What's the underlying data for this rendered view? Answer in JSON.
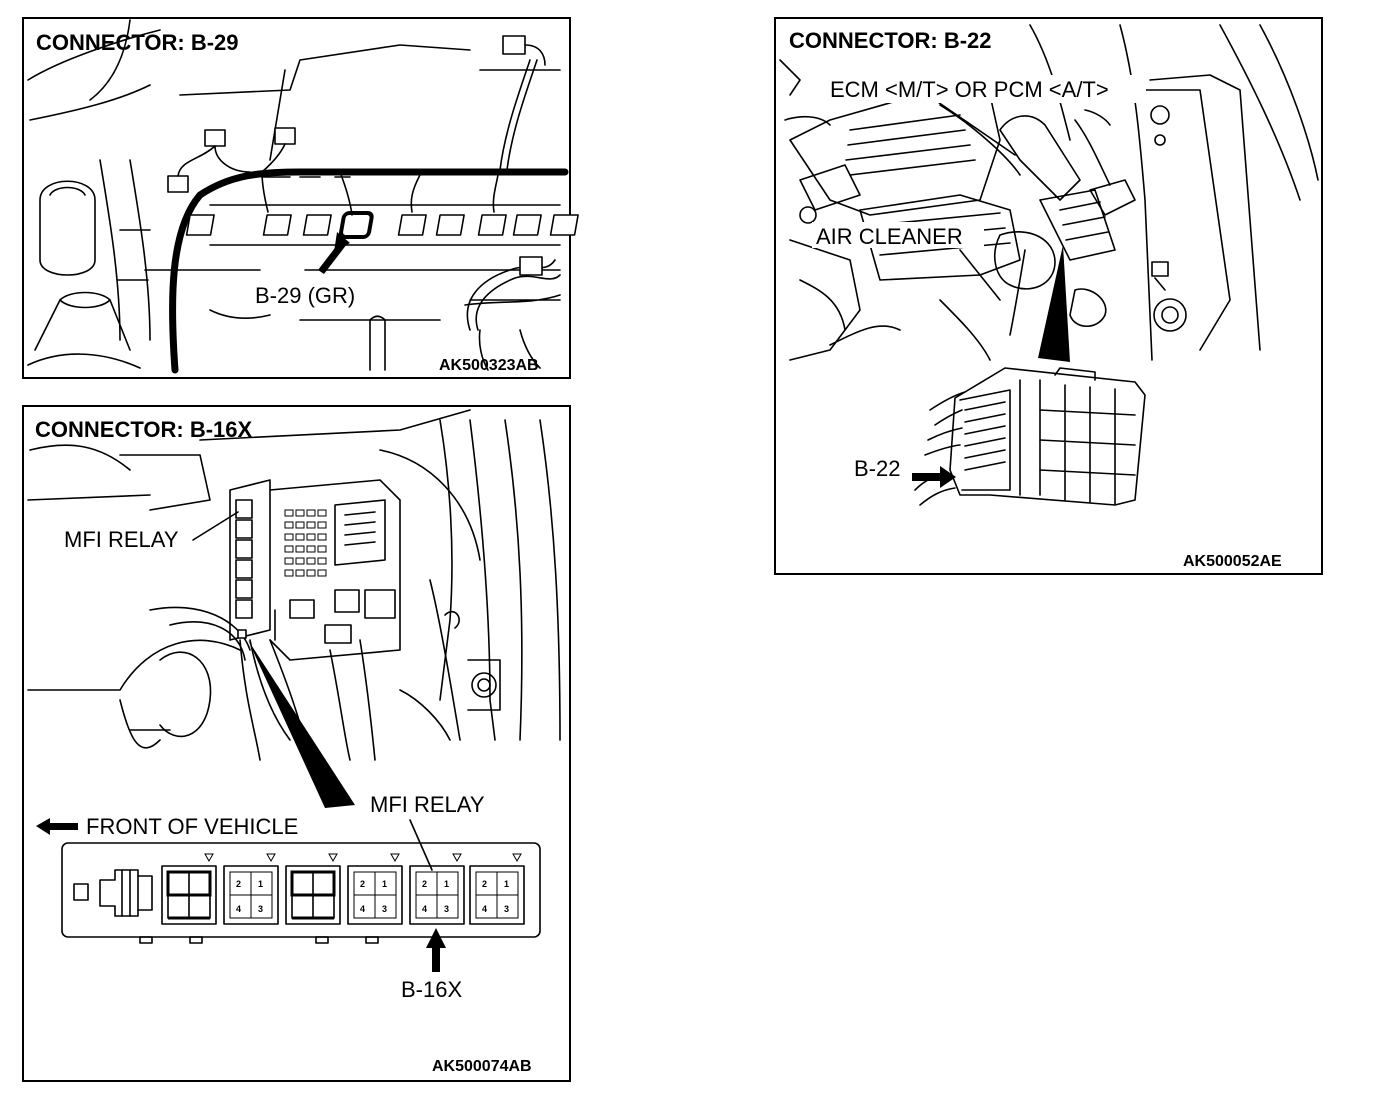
{
  "panels": {
    "b29": {
      "title": "CONNECTOR: B-29",
      "callout": "B-29 (GR)",
      "code": "AK500323AB"
    },
    "b16x": {
      "title": "CONNECTOR: B-16X",
      "relay_label_top": "MFI RELAY",
      "relay_label_bottom": "MFI RELAY",
      "front_label": "FRONT OF VEHICLE",
      "callout": "B-16X",
      "code": "AK500074AB",
      "pins": [
        "2",
        "1",
        "4",
        "3"
      ]
    },
    "b22": {
      "title": "CONNECTOR: B-22",
      "ecm_label": "ECM <M/T> OR PCM <A/T>",
      "air_cleaner_label": "AIR CLEANER",
      "callout": "B-22",
      "code": "AK500052AE"
    }
  }
}
